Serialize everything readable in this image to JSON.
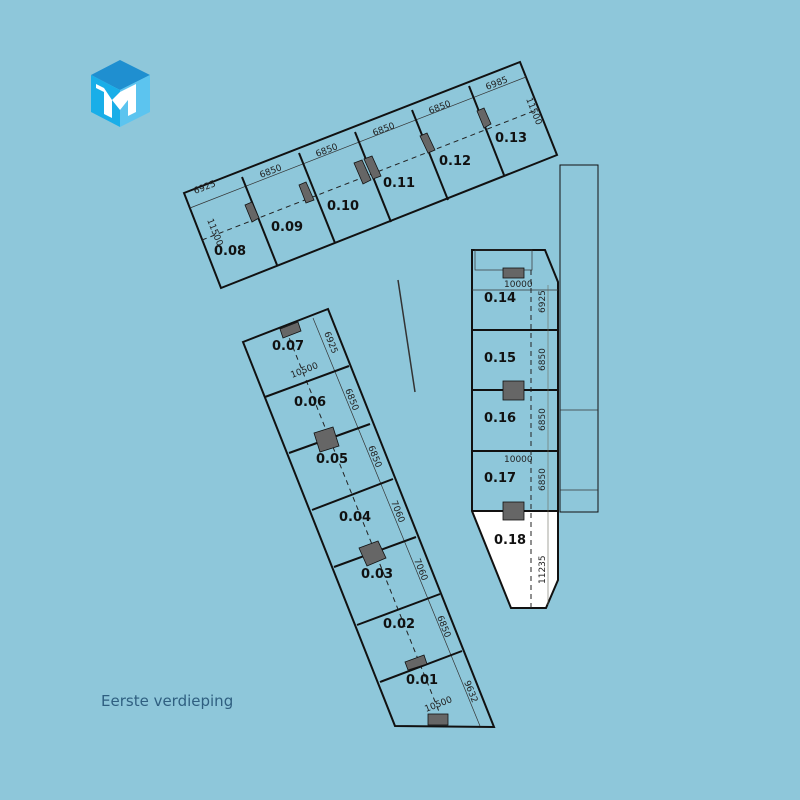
{
  "caption": "Eerste verdieping",
  "colors": {
    "background": "#8EC7DA",
    "logo_dark": "#1f8fd0",
    "logo_light": "#9ed8f5",
    "selected_unit": "#ffffff"
  },
  "logo": {
    "letter": "M"
  },
  "units": {
    "u001": "0.01",
    "u002": "0.02",
    "u003": "0.03",
    "u004": "0.04",
    "u005": "0.05",
    "u006": "0.06",
    "u007": "0.07",
    "u008": "0.08",
    "u009": "0.09",
    "u010": "0.10",
    "u011": "0.11",
    "u012": "0.12",
    "u013": "0.13",
    "u014": "0.14",
    "u015": "0.15",
    "u016": "0.16",
    "u017": "0.17",
    "u018": "0.18"
  },
  "selected_unit": "0.18",
  "dimensions": {
    "top": [
      "6925",
      "6850",
      "6850",
      "6850",
      "6850",
      "6985",
      "11500",
      "11500"
    ],
    "left": [
      "6925",
      "10500",
      "6850",
      "6850",
      "7060",
      "7060",
      "6850",
      "9632",
      "10500"
    ],
    "right": [
      "10000",
      "6925",
      "6850",
      "6850",
      "10000",
      "6850",
      "11235"
    ]
  }
}
